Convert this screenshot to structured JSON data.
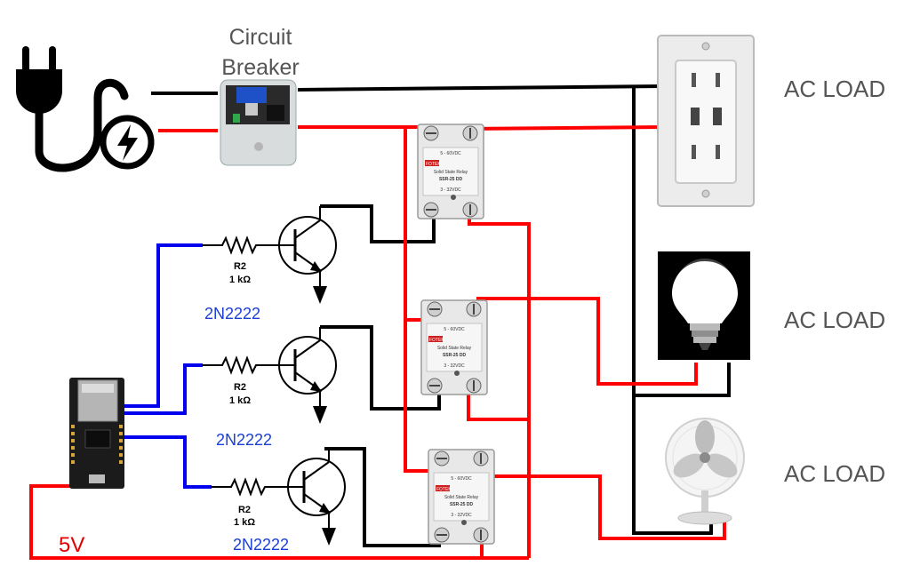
{
  "labels": {
    "breaker_line1": "Circuit",
    "breaker_line2": "Breaker",
    "ac_load_1": "AC LOAD",
    "ac_load_2": "AC LOAD",
    "ac_load_3": "AC LOAD",
    "supply_voltage": "5V"
  },
  "transistor_stages": [
    {
      "resistor_name": "R2",
      "resistor_value": "1 kΩ",
      "transistor_model": "2N2222"
    },
    {
      "resistor_name": "R2",
      "resistor_value": "1 kΩ",
      "transistor_model": "2N2222"
    },
    {
      "resistor_name": "R2",
      "resistor_value": "1 kΩ",
      "transistor_model": "2N2222"
    }
  ],
  "ssr": {
    "model": "SSR-25 DD",
    "brand": "FOTEK",
    "subtitle": "Solid State Relay",
    "output_rating": "5 - 60VDC",
    "input_rating": "3 - 32VDC"
  },
  "colors": {
    "line_wire": "#ff0000",
    "neutral_wire": "#000000",
    "signal_wire": "#0000ee",
    "label_gray": "#555555",
    "transistor_label": "#1a3fd6",
    "supply_label": "#e00000"
  },
  "icons": {
    "power_plug": "power-plug-icon",
    "lightning": "lightning-bolt-icon",
    "outlet": "wall-outlet-icon",
    "bulb": "light-bulb-icon",
    "fan": "fan-icon"
  }
}
